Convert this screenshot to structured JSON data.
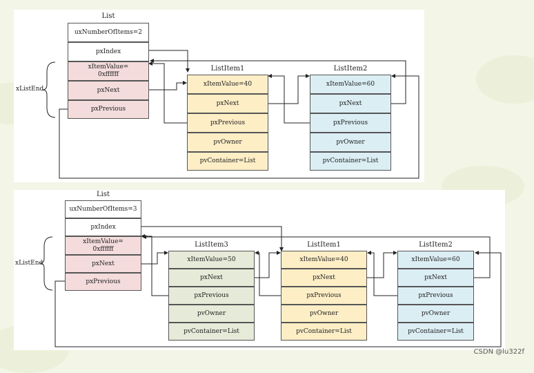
{
  "diagram1": {
    "list": {
      "title": "List",
      "side_label": "xListEnd",
      "rows": [
        "uxNumberOfItems=2",
        "pxIndex",
        "xItemValue=\n0xffffff",
        "pxNext",
        "pxPrevious"
      ]
    },
    "items": [
      {
        "title": "ListItem1",
        "rows": [
          "xItemValue=40",
          "pxNext",
          "pxPrevious",
          "pvOwner",
          "pvContainer=List"
        ]
      },
      {
        "title": "ListItem2",
        "rows": [
          "xItemValue=60",
          "pxNext",
          "pxPrevious",
          "pvOwner",
          "pvContainer=List"
        ]
      }
    ]
  },
  "diagram2": {
    "list": {
      "title": "List",
      "side_label": "xListEnd",
      "rows": [
        "uxNumberOfItems=3",
        "pxIndex",
        "xItemValue=\n0xffffff",
        "pxNext",
        "pxPrevious"
      ]
    },
    "items": [
      {
        "title": "ListItem3",
        "rows": [
          "xItemValue=50",
          "pxNext",
          "pxPrevious",
          "pvOwner",
          "pvContainer=List"
        ]
      },
      {
        "title": "ListItem1",
        "rows": [
          "xItemValue=40",
          "pxNext",
          "pxPrevious",
          "pvOwner",
          "pvContainer=List"
        ]
      },
      {
        "title": "ListItem2",
        "rows": [
          "xItemValue=60",
          "pxNext",
          "pxPrevious",
          "pvOwner",
          "pvContainer=List"
        ]
      }
    ]
  },
  "watermark": "CSDN @lu322f",
  "colors": {
    "list_header": "#ffffff",
    "list_end": "#f4dcdc",
    "list_item_40": "#fdeec6",
    "list_item_60": "#dbeef4",
    "list_item_50": "#e6ead8",
    "background": "#f3f5e6"
  }
}
